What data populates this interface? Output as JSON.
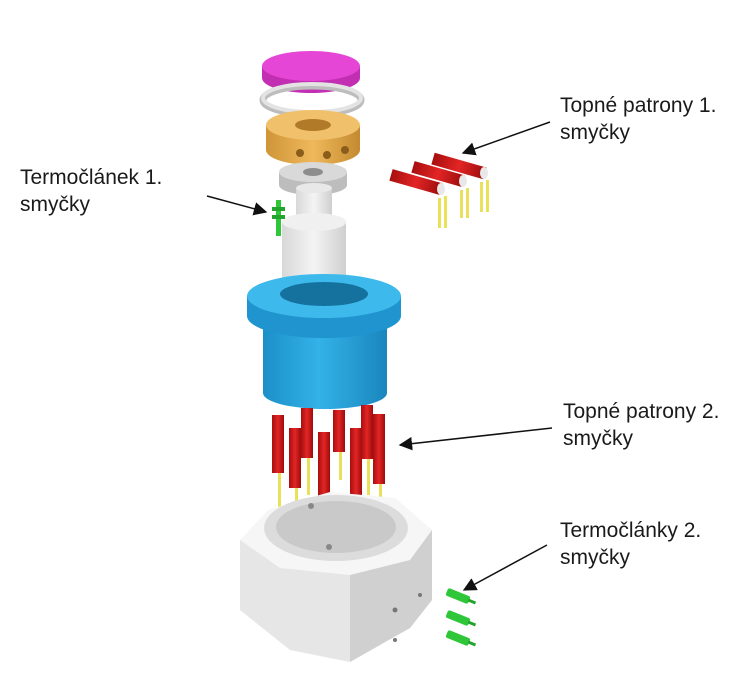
{
  "labels": {
    "thermocouple_loop1": "Termočlánek 1.\nsmyčky",
    "heater_cartridges_loop1": "Topné patrony 1.\nsmyčky",
    "heater_cartridges_loop2": "Topné patrony 2.\nsmyčky",
    "thermocouples_loop2": "Termočlánky 2.\nsmyčky"
  },
  "colors": {
    "top_disc": "#e646d6",
    "gasket": "#d9d9d9",
    "upper_heater_ring": "#e3a94a",
    "blue_housing": "#2aa4dd",
    "heater_cartridge": "#d81c1c",
    "cartridge_leads": "#e9e15a",
    "thermocouple": "#2fc63a",
    "base_block": "#eeeeee",
    "arrow": "#111111"
  }
}
